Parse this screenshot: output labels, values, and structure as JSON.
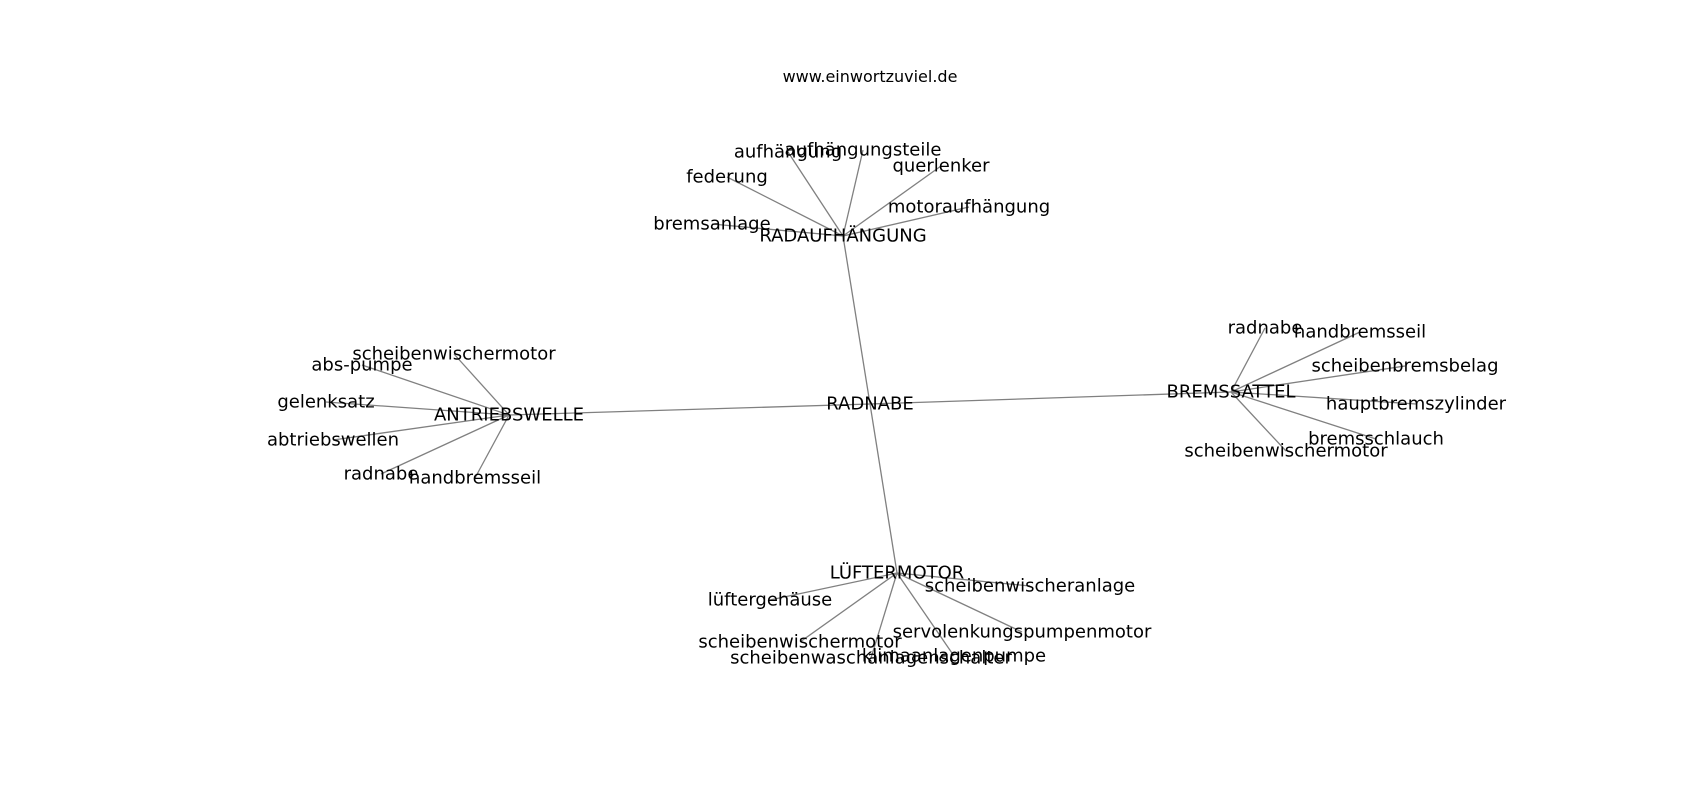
{
  "header": {
    "site": "www.einwortzuviel.de"
  },
  "center": "RADNABE",
  "hubs": [
    {
      "id": "radaufhaengung",
      "label": "RADAUFHÄNGUNG",
      "leaves": [
        "aufhängung",
        "aufhängungsteile",
        "querlenker",
        "federung",
        "motoraufhängung",
        "bremsanlage"
      ]
    },
    {
      "id": "antriebswelle",
      "label": "ANTRIEBSWELLE",
      "leaves": [
        "scheibenwischermotor",
        "abs-pumpe",
        "gelenksatz",
        "abtriebswellen",
        "radnabe",
        "handbremsseil"
      ]
    },
    {
      "id": "bremssattel",
      "label": "BREMSSATTEL",
      "leaves": [
        "radnabe",
        "handbremsseil",
        "scheibenbremsbelag",
        "hauptbremszylinder",
        "bremsschlauch",
        "scheibenwischermotor"
      ]
    },
    {
      "id": "lueftermotor",
      "label": "LÜFTERMOTOR",
      "leaves": [
        "lüftergehäuse",
        "scheibenwischeranlage",
        "servolenkungspumpenmotor",
        "scheibenwischermotor",
        "klimaanlagenpumpe",
        "scheibenwaschanlagenschalter"
      ]
    }
  ]
}
